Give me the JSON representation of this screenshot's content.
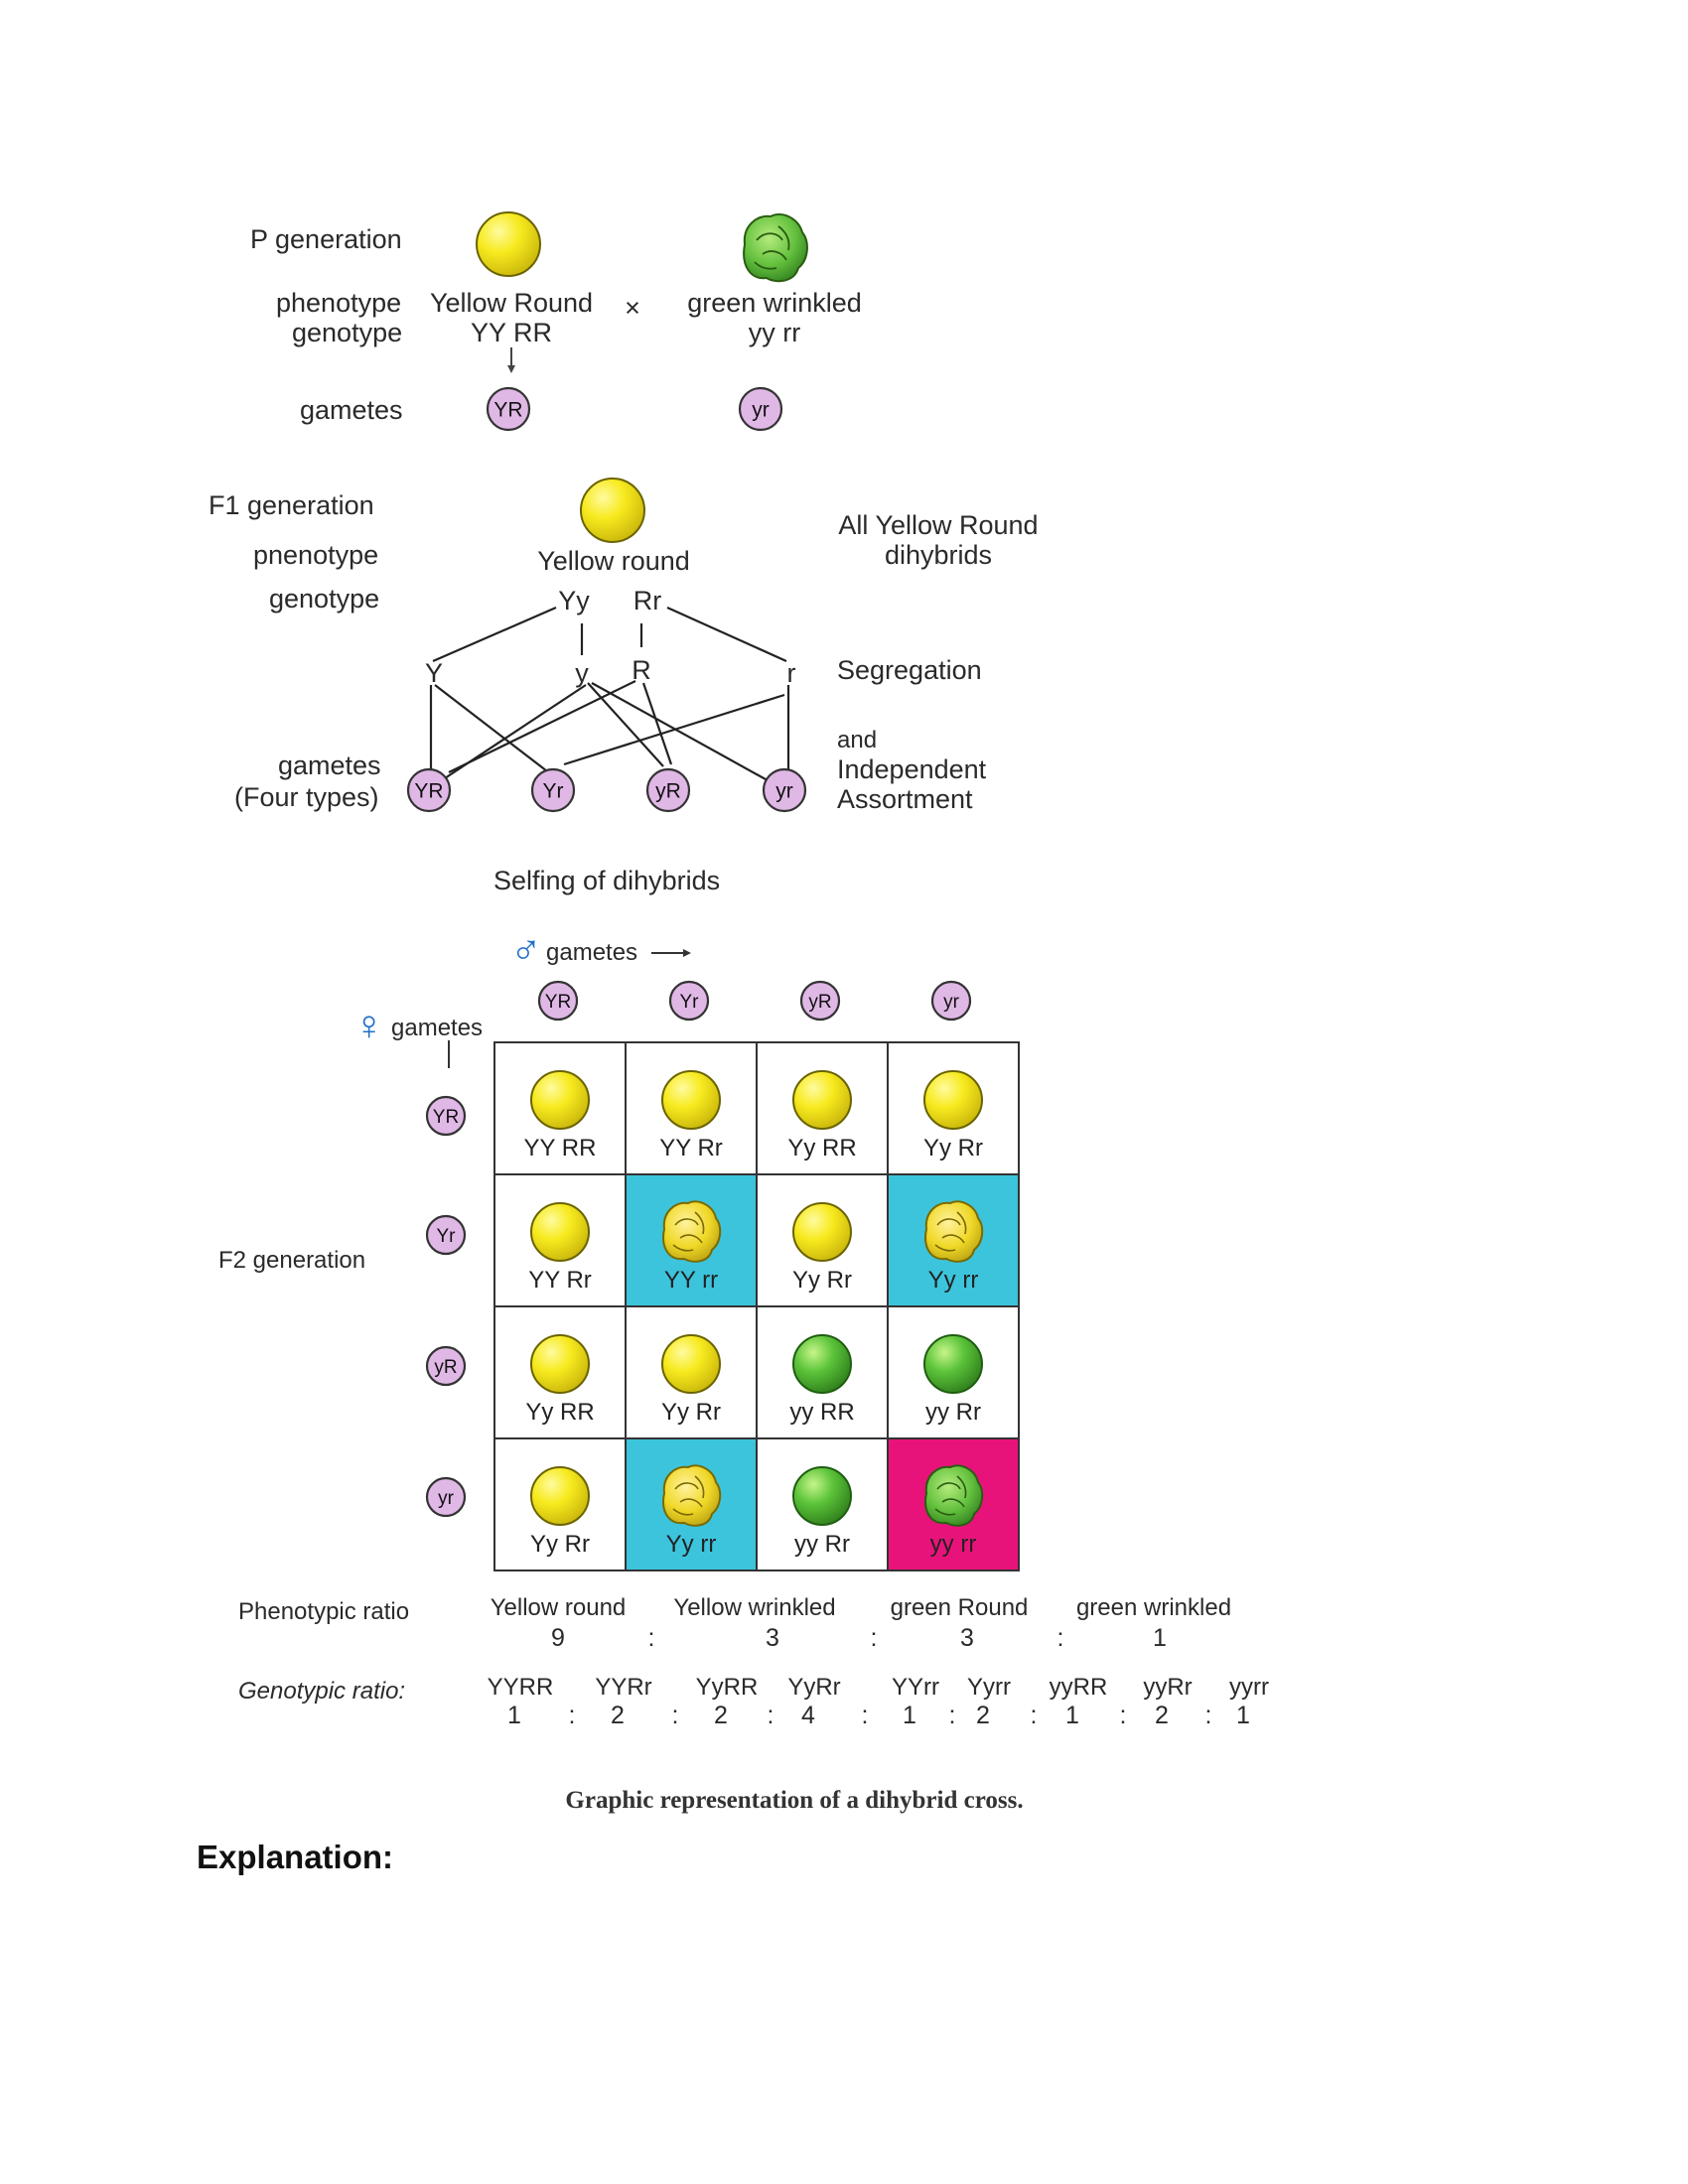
{
  "p_generation": {
    "title": "P generation",
    "phenotype_label": "phenotype",
    "genotype_label": "genotype",
    "gametes_label": "gametes",
    "cross_symbol": "×",
    "parent1": {
      "phenotype": "Yellow Round",
      "genotype": "YY RR",
      "gamete": "YR",
      "color": "#f5e81c"
    },
    "parent2": {
      "phenotype": "green wrinkled",
      "genotype": "yy rr",
      "gamete": "yr",
      "color": "#5cc43a"
    }
  },
  "f1_generation": {
    "title": "F1  generation",
    "phenotype_label": "pnenotype",
    "genotype_label": "genotype",
    "phenotype": "Yellow  round",
    "genotype_y": "Yy",
    "genotype_r": "Rr",
    "note_line1": "All Yellow Round",
    "note_line2": "dihybrids",
    "alleles": [
      "Y",
      "y",
      "R",
      "r"
    ],
    "segregation": "Segregation",
    "and": "and",
    "independent": "Independent",
    "assortment": "Assortment",
    "gametes_label": "gametes",
    "gametes_sublabel": "(Four types)",
    "gametes": [
      "YR",
      "Yr",
      "yR",
      "yr"
    ]
  },
  "selfing": {
    "title": "Selfing of dihybrids",
    "male_symbol": "♂",
    "male_label": "gametes",
    "female_symbol": "♀",
    "female_label": "gametes",
    "male_gametes": [
      "YR",
      "Yr",
      "yR",
      "yr"
    ],
    "female_gametes": [
      "YR",
      "Yr",
      "yR",
      "yr"
    ]
  },
  "f2": {
    "label": "F2 generation",
    "grid": [
      [
        {
          "genotype": "YY  RR",
          "pea": "yellow-round",
          "bg": "white"
        },
        {
          "genotype": "YY  Rr",
          "pea": "yellow-round",
          "bg": "white"
        },
        {
          "genotype": "Yy  RR",
          "pea": "yellow-round",
          "bg": "white"
        },
        {
          "genotype": "Yy  Rr",
          "pea": "yellow-round",
          "bg": "white"
        }
      ],
      [
        {
          "genotype": "YY  Rr",
          "pea": "yellow-round",
          "bg": "white"
        },
        {
          "genotype": "YY rr",
          "pea": "yellow-wrinkled",
          "bg": "cyan"
        },
        {
          "genotype": "Yy  Rr",
          "pea": "yellow-round",
          "bg": "white"
        },
        {
          "genotype": "Yy  rr",
          "pea": "yellow-wrinkled",
          "bg": "cyan"
        }
      ],
      [
        {
          "genotype": "Yy  RR",
          "pea": "yellow-round",
          "bg": "white"
        },
        {
          "genotype": "Yy  Rr",
          "pea": "yellow-round",
          "bg": "white"
        },
        {
          "genotype": "yy RR",
          "pea": "green-round",
          "bg": "white"
        },
        {
          "genotype": "yy  Rr",
          "pea": "green-round",
          "bg": "white"
        }
      ],
      [
        {
          "genotype": "Yy  Rr",
          "pea": "yellow-round",
          "bg": "white"
        },
        {
          "genotype": "Yy  rr",
          "pea": "yellow-wrinkled",
          "bg": "cyan"
        },
        {
          "genotype": "yy  Rr",
          "pea": "green-round",
          "bg": "white"
        },
        {
          "genotype": "yy rr",
          "pea": "green-wrinkled",
          "bg": "magenta"
        }
      ]
    ]
  },
  "phenotypic_ratio": {
    "label": "Phenotypic ratio",
    "classes": [
      {
        "name": "Yellow round",
        "value": "9"
      },
      {
        "name": "Yellow wrinkled",
        "value": "3"
      },
      {
        "name": "green Round",
        "value": "3"
      },
      {
        "name": "green wrinkled",
        "value": "1"
      }
    ],
    "separator": ":"
  },
  "genotypic_ratio": {
    "label": "Genotypic  ratio:",
    "classes": [
      {
        "name": "YYRR",
        "value": "1"
      },
      {
        "name": "YYRr",
        "value": "2"
      },
      {
        "name": "YyRR",
        "value": "2"
      },
      {
        "name": "YyRr",
        "value": "4"
      },
      {
        "name": "YYrr",
        "value": "1"
      },
      {
        "name": "Yyrr",
        "value": "2"
      },
      {
        "name": "yyRR",
        "value": "1"
      },
      {
        "name": "yyRr",
        "value": "2"
      },
      {
        "name": "yyrr",
        "value": "1"
      }
    ],
    "separator": ":"
  },
  "caption": "Graphic  representation  of   a  dihybrid  cross.",
  "explanation_heading": "Explanation:",
  "colors": {
    "yellow": "#f5e81c",
    "green": "#5cc43a",
    "gamete_fill": "#e0b8e6",
    "cyan": "#3cc4dc",
    "magenta": "#e8137a",
    "symbol_blue": "#1f6fc9"
  }
}
